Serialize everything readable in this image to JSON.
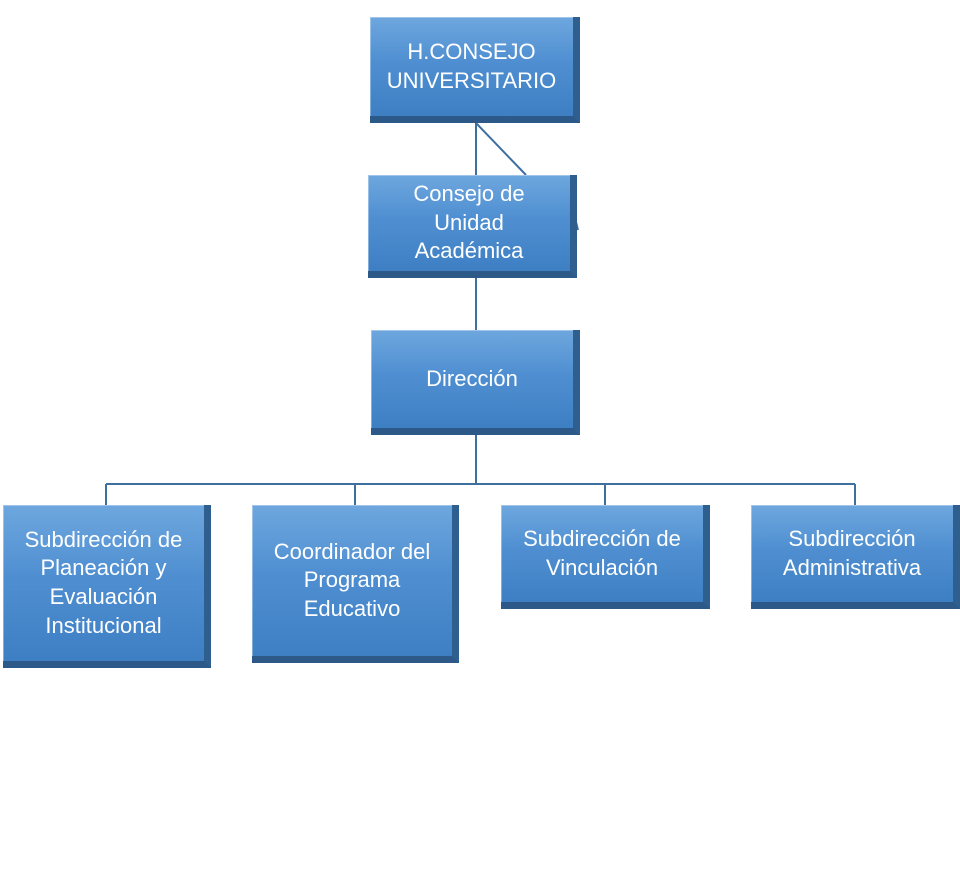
{
  "chart": {
    "nodes": {
      "consejo_universitario": "H.CONSEJO UNIVERSITARIO",
      "consejo_unidad": "Consejo de Unidad Académica",
      "direccion": "Dirección",
      "sub_planeacion": "Subdirección de Planeación y Evaluación Institucional",
      "coordinador": "Coordinador del Programa Educativo",
      "sub_vinculacion": "Subdirección de Vinculación",
      "sub_administrativa": "Subdirección Administrativa"
    },
    "colors": {
      "box_fill": "#4f8fd1",
      "box_edge": "#2f5f8f",
      "connector": "#3e6f9e",
      "text": "#ffffff"
    }
  }
}
